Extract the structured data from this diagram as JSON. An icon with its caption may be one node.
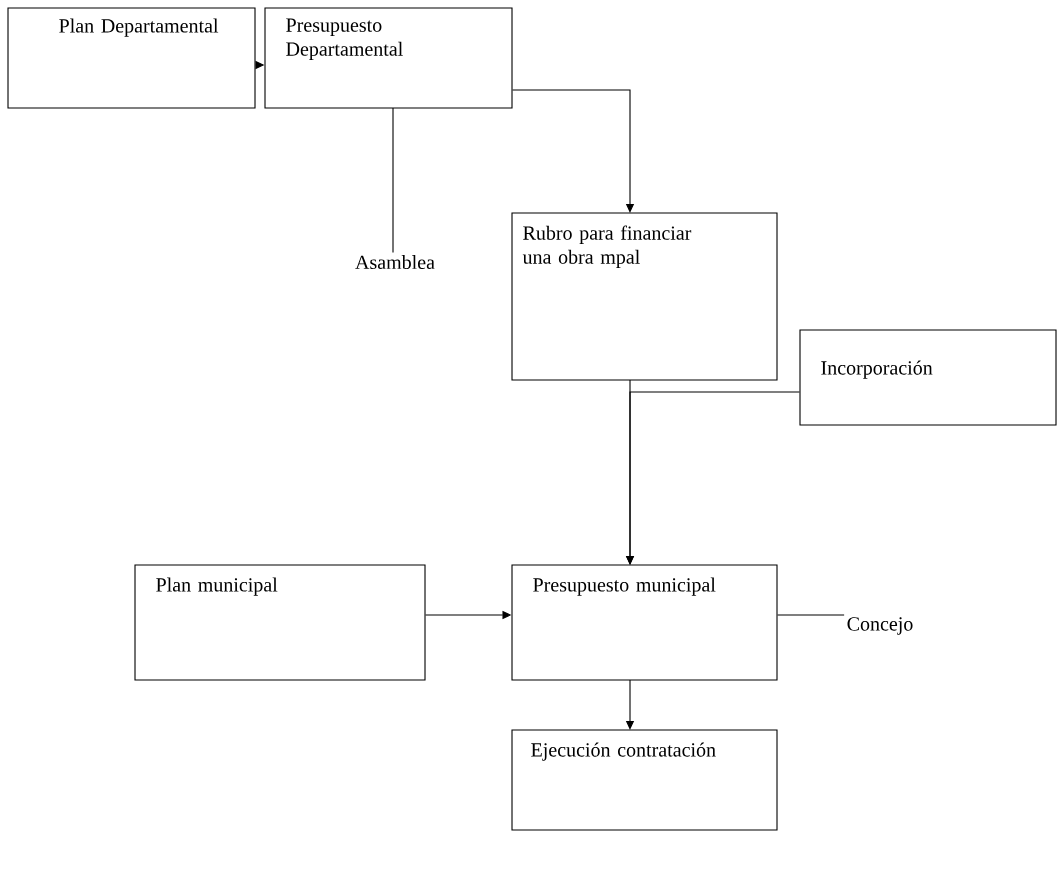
{
  "diagram": {
    "nodes": [
      {
        "text": [
          "Plan Departamental"
        ]
      },
      {
        "text": [
          "Presupuesto Departamental"
        ]
      },
      {
        "text": [
          "Asamblea"
        ]
      },
      {
        "text": [
          "Rubro para financiar una obra mpal"
        ]
      },
      {
        "text": [
          "Incorporación"
        ]
      },
      {
        "text": [
          "Plan municipal"
        ]
      },
      {
        "text": [
          "Presupuesto municipal"
        ]
      },
      {
        "text": [
          "Concejo"
        ]
      },
      {
        "text": [
          "Ejecución contratación"
        ]
      }
    ],
    "edges": [
      {
        "from": 0,
        "to": 1,
        "arrow": "to"
      },
      {
        "from": 1,
        "to": 3,
        "arrow": "to"
      },
      {
        "from": 1,
        "to": 2,
        "arrow": "none"
      },
      {
        "from": 3,
        "to": 6,
        "arrow": "to"
      },
      {
        "from": 4,
        "to": 6,
        "arrow": "to"
      },
      {
        "from": 5,
        "to": 6,
        "arrow": "to"
      },
      {
        "from": 6,
        "to": 7,
        "arrow": "none"
      },
      {
        "from": 6,
        "to": 8,
        "arrow": "to"
      }
    ]
  }
}
